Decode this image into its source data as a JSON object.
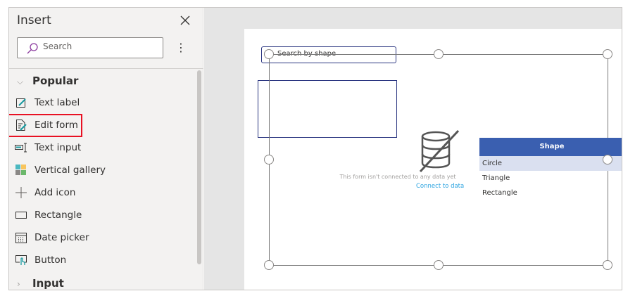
{
  "panel": {
    "title": "Insert",
    "search_placeholder": "Search",
    "groups": [
      {
        "label": "Popular",
        "expanded": true
      },
      {
        "label": "Input",
        "expanded": false
      }
    ],
    "items": [
      {
        "label": "Text label",
        "icon": "text-label-icon"
      },
      {
        "label": "Edit form",
        "icon": "edit-form-icon",
        "highlighted": true
      },
      {
        "label": "Text input",
        "icon": "text-input-icon"
      },
      {
        "label": "Vertical gallery",
        "icon": "gallery-icon"
      },
      {
        "label": "Add icon",
        "icon": "plus-icon"
      },
      {
        "label": "Rectangle",
        "icon": "rectangle-icon"
      },
      {
        "label": "Date picker",
        "icon": "calendar-icon"
      },
      {
        "label": "Button",
        "icon": "button-icon"
      }
    ]
  },
  "canvas": {
    "search_box_text": "Search by shape",
    "form_message": "This form isn't connected to any data yet",
    "connect_link": "Connect to data",
    "table": {
      "header": "Shape",
      "rows": [
        "Circle",
        "Triangle",
        "Rectangle"
      ],
      "header_color": "#3a5fb0",
      "selected_row_color": "#dae0f0"
    }
  },
  "colors": {
    "highlight": "#e81123",
    "accent": "#0078d4"
  }
}
